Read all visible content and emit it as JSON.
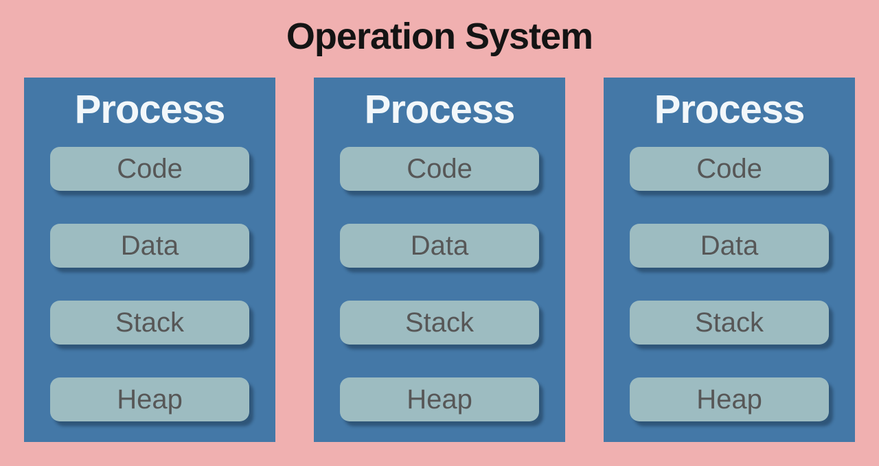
{
  "title": "Operation System",
  "processes": [
    {
      "label": "Process",
      "segments": [
        "Code",
        "Data",
        "Stack",
        "Heap"
      ]
    },
    {
      "label": "Process",
      "segments": [
        "Code",
        "Data",
        "Stack",
        "Heap"
      ]
    },
    {
      "label": "Process",
      "segments": [
        "Code",
        "Data",
        "Stack",
        "Heap"
      ]
    }
  ],
  "colors": {
    "background": "#f0b0b0",
    "process_box": "#4478a7",
    "segment_fill": "#9dbcc1",
    "segment_text": "#575757",
    "process_label_text": "#f2f7fa",
    "title_text": "#141414"
  }
}
